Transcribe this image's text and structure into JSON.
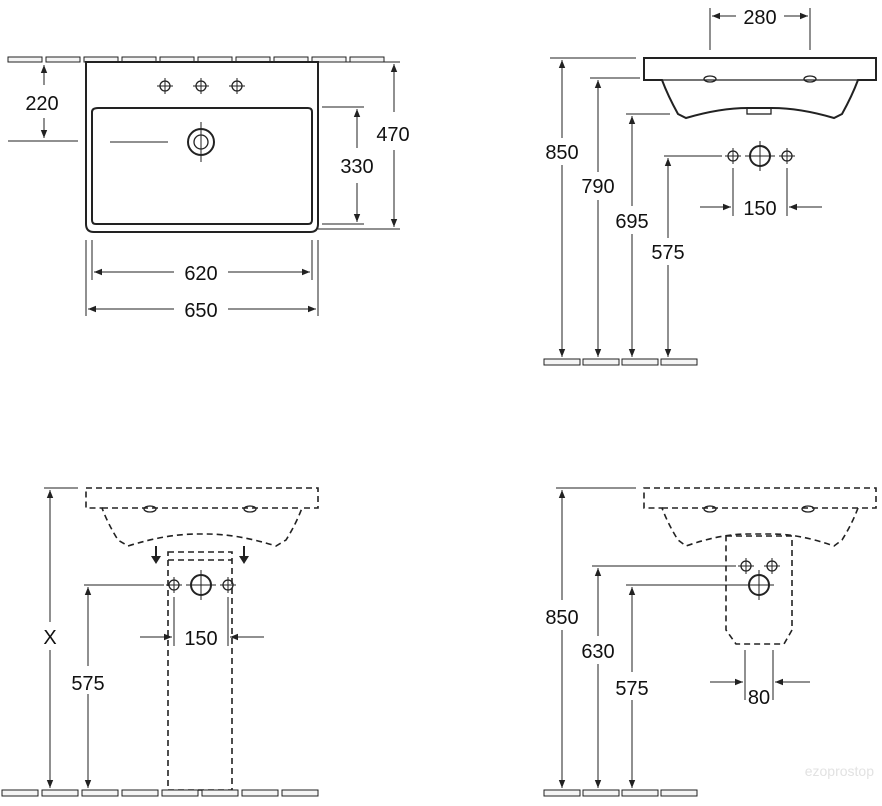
{
  "diagram": {
    "top_view": {
      "d220": "220",
      "d470": "470",
      "d330": "330",
      "d620": "620",
      "d650": "650"
    },
    "side_view": {
      "d280": "280",
      "d850": "850",
      "d790": "790",
      "d695": "695",
      "d575": "575",
      "d150": "150"
    },
    "pedestal_view": {
      "dX": "X",
      "d575": "575",
      "d150": "150"
    },
    "semi_pedestal_view": {
      "d850": "850",
      "d630": "630",
      "d575": "575",
      "d80": "80"
    },
    "watermark": "ezoprostop"
  }
}
